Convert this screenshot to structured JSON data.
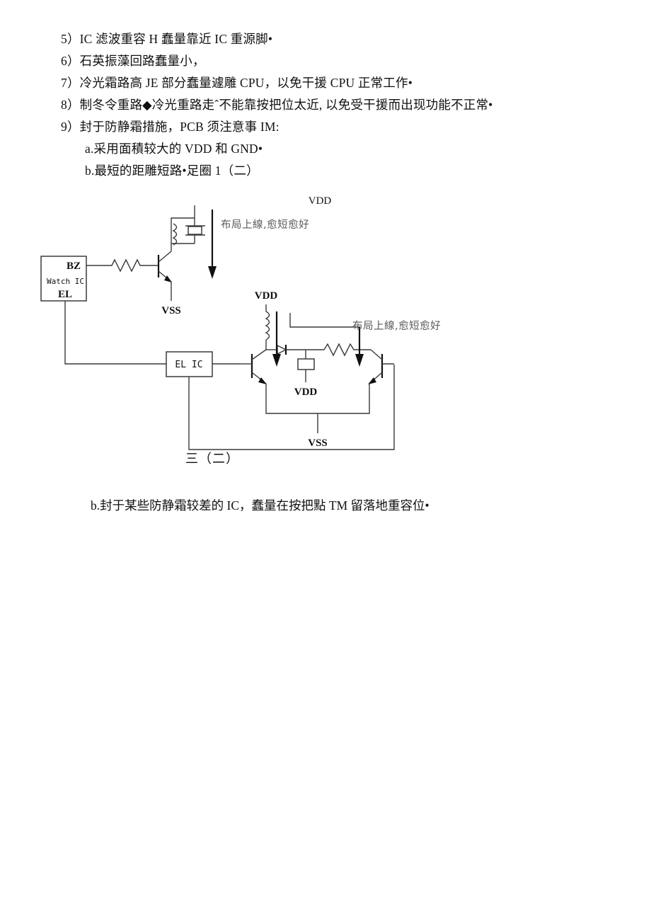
{
  "document": {
    "paragraphs": [
      {
        "text": "5）IC 滤波重容 H 蠢量靠近 IC 重源脚•",
        "indent": 0
      },
      {
        "text": "6）石英振藻回路蠢量小，",
        "indent": 0
      },
      {
        "text": "7）冷光霜路高 JE 部分蠢量遽雕 CPU，以免干援 CPU 正常工作•",
        "indent": 0
      },
      {
        "text": "8）制冬令重路◆冷光重路走ˆ不能靠按把位太近, 以免受干援而出现功能不正常•",
        "indent": 0
      },
      {
        "text": "9）封于防静霜措施，PCB 须注意事 IM:",
        "indent": 0
      },
      {
        "text": "a.采用面積较大的 VDD 和 GND•",
        "indent": 1
      },
      {
        "text": "b.最短的距雕短路•足圈 1（二）",
        "indent": 1
      }
    ],
    "footer_note": "b.封于某些防静霜较差的 IC，蠢量在按把點 TM 留落地重容位•"
  },
  "figure": {
    "caption": "三（二）",
    "annotations": {
      "top_routing_note": "布局上線,愈短愈好",
      "bottom_routing_note": "布局上線,愈短愈好"
    },
    "labels": {
      "vdd_top": "VDD",
      "vdd_lower_left": "VDD",
      "vdd_cap": "VDD",
      "vss_upper": "VSS",
      "vss_lower": "VSS"
    },
    "blocks": [
      {
        "name": "watch-ic",
        "title": "Watch IC",
        "pin_top": "BZ",
        "pin_bottom": "EL"
      },
      {
        "name": "el-ic",
        "title": "EL IC"
      }
    ]
  },
  "colors": {
    "page_background": "#ffffff",
    "body_text": "#101010",
    "wire": "#3a3a3a",
    "arrow": "#111111",
    "annotation_text": "#5a5a5a"
  }
}
